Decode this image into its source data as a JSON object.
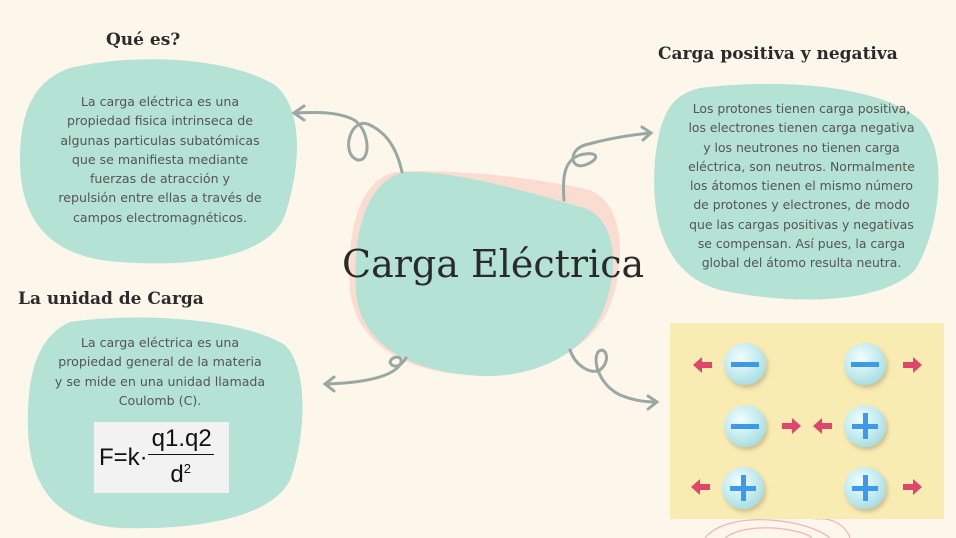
{
  "center": {
    "title": "Carga Eléctrica"
  },
  "que_es": {
    "heading": "Qué es?",
    "lines": [
      "La carga eléctrica es una",
      "propiedad fisica intrinseca de",
      "algunas particulas subatómicas",
      "que se manifiesta mediante",
      "fuerzas de atracción y",
      "repulsión entre ellas a través de",
      "campos electromagnéticos."
    ]
  },
  "positiva_negativa": {
    "heading": "Carga positiva y negativa",
    "lines": [
      "Los protones tienen carga positiva,",
      "los electrones tienen carga negativa",
      "y los neutrones no tienen carga",
      "eléctrica, son neutros. Normalmente",
      "los átomos tienen el mismo número",
      "de protones y electrones, de modo",
      "que las cargas positivas y negativas",
      "se compensan. Así pues, la carga",
      "global del átomo resulta neutra."
    ]
  },
  "unidad": {
    "heading": "La unidad de Carga",
    "lines": [
      "La carga eléctrica es una",
      "propiedad general de la materia",
      "y se mide en una unidad llamada",
      "Coulomb (C)."
    ],
    "formula": {
      "lhs": "F=k·",
      "numerator": "q1.q2",
      "denominator": "d",
      "exponent": "2"
    }
  },
  "charges_diagram": {
    "rows": [
      {
        "left": "−",
        "right": "−",
        "interaction": "repulsion"
      },
      {
        "left": "−",
        "right": "+",
        "interaction": "attraction"
      },
      {
        "left": "+",
        "right": "+",
        "interaction": "repulsion"
      }
    ],
    "colors": {
      "panel": "#f9ecb3",
      "arrow": "#e0466b",
      "symbol": "#3d9ae8"
    }
  },
  "colors": {
    "background": "#fdf6eb",
    "blob": "#b4e2d4",
    "blob_shadow": "#fbdcd0",
    "connector": "#9aa8a4"
  }
}
